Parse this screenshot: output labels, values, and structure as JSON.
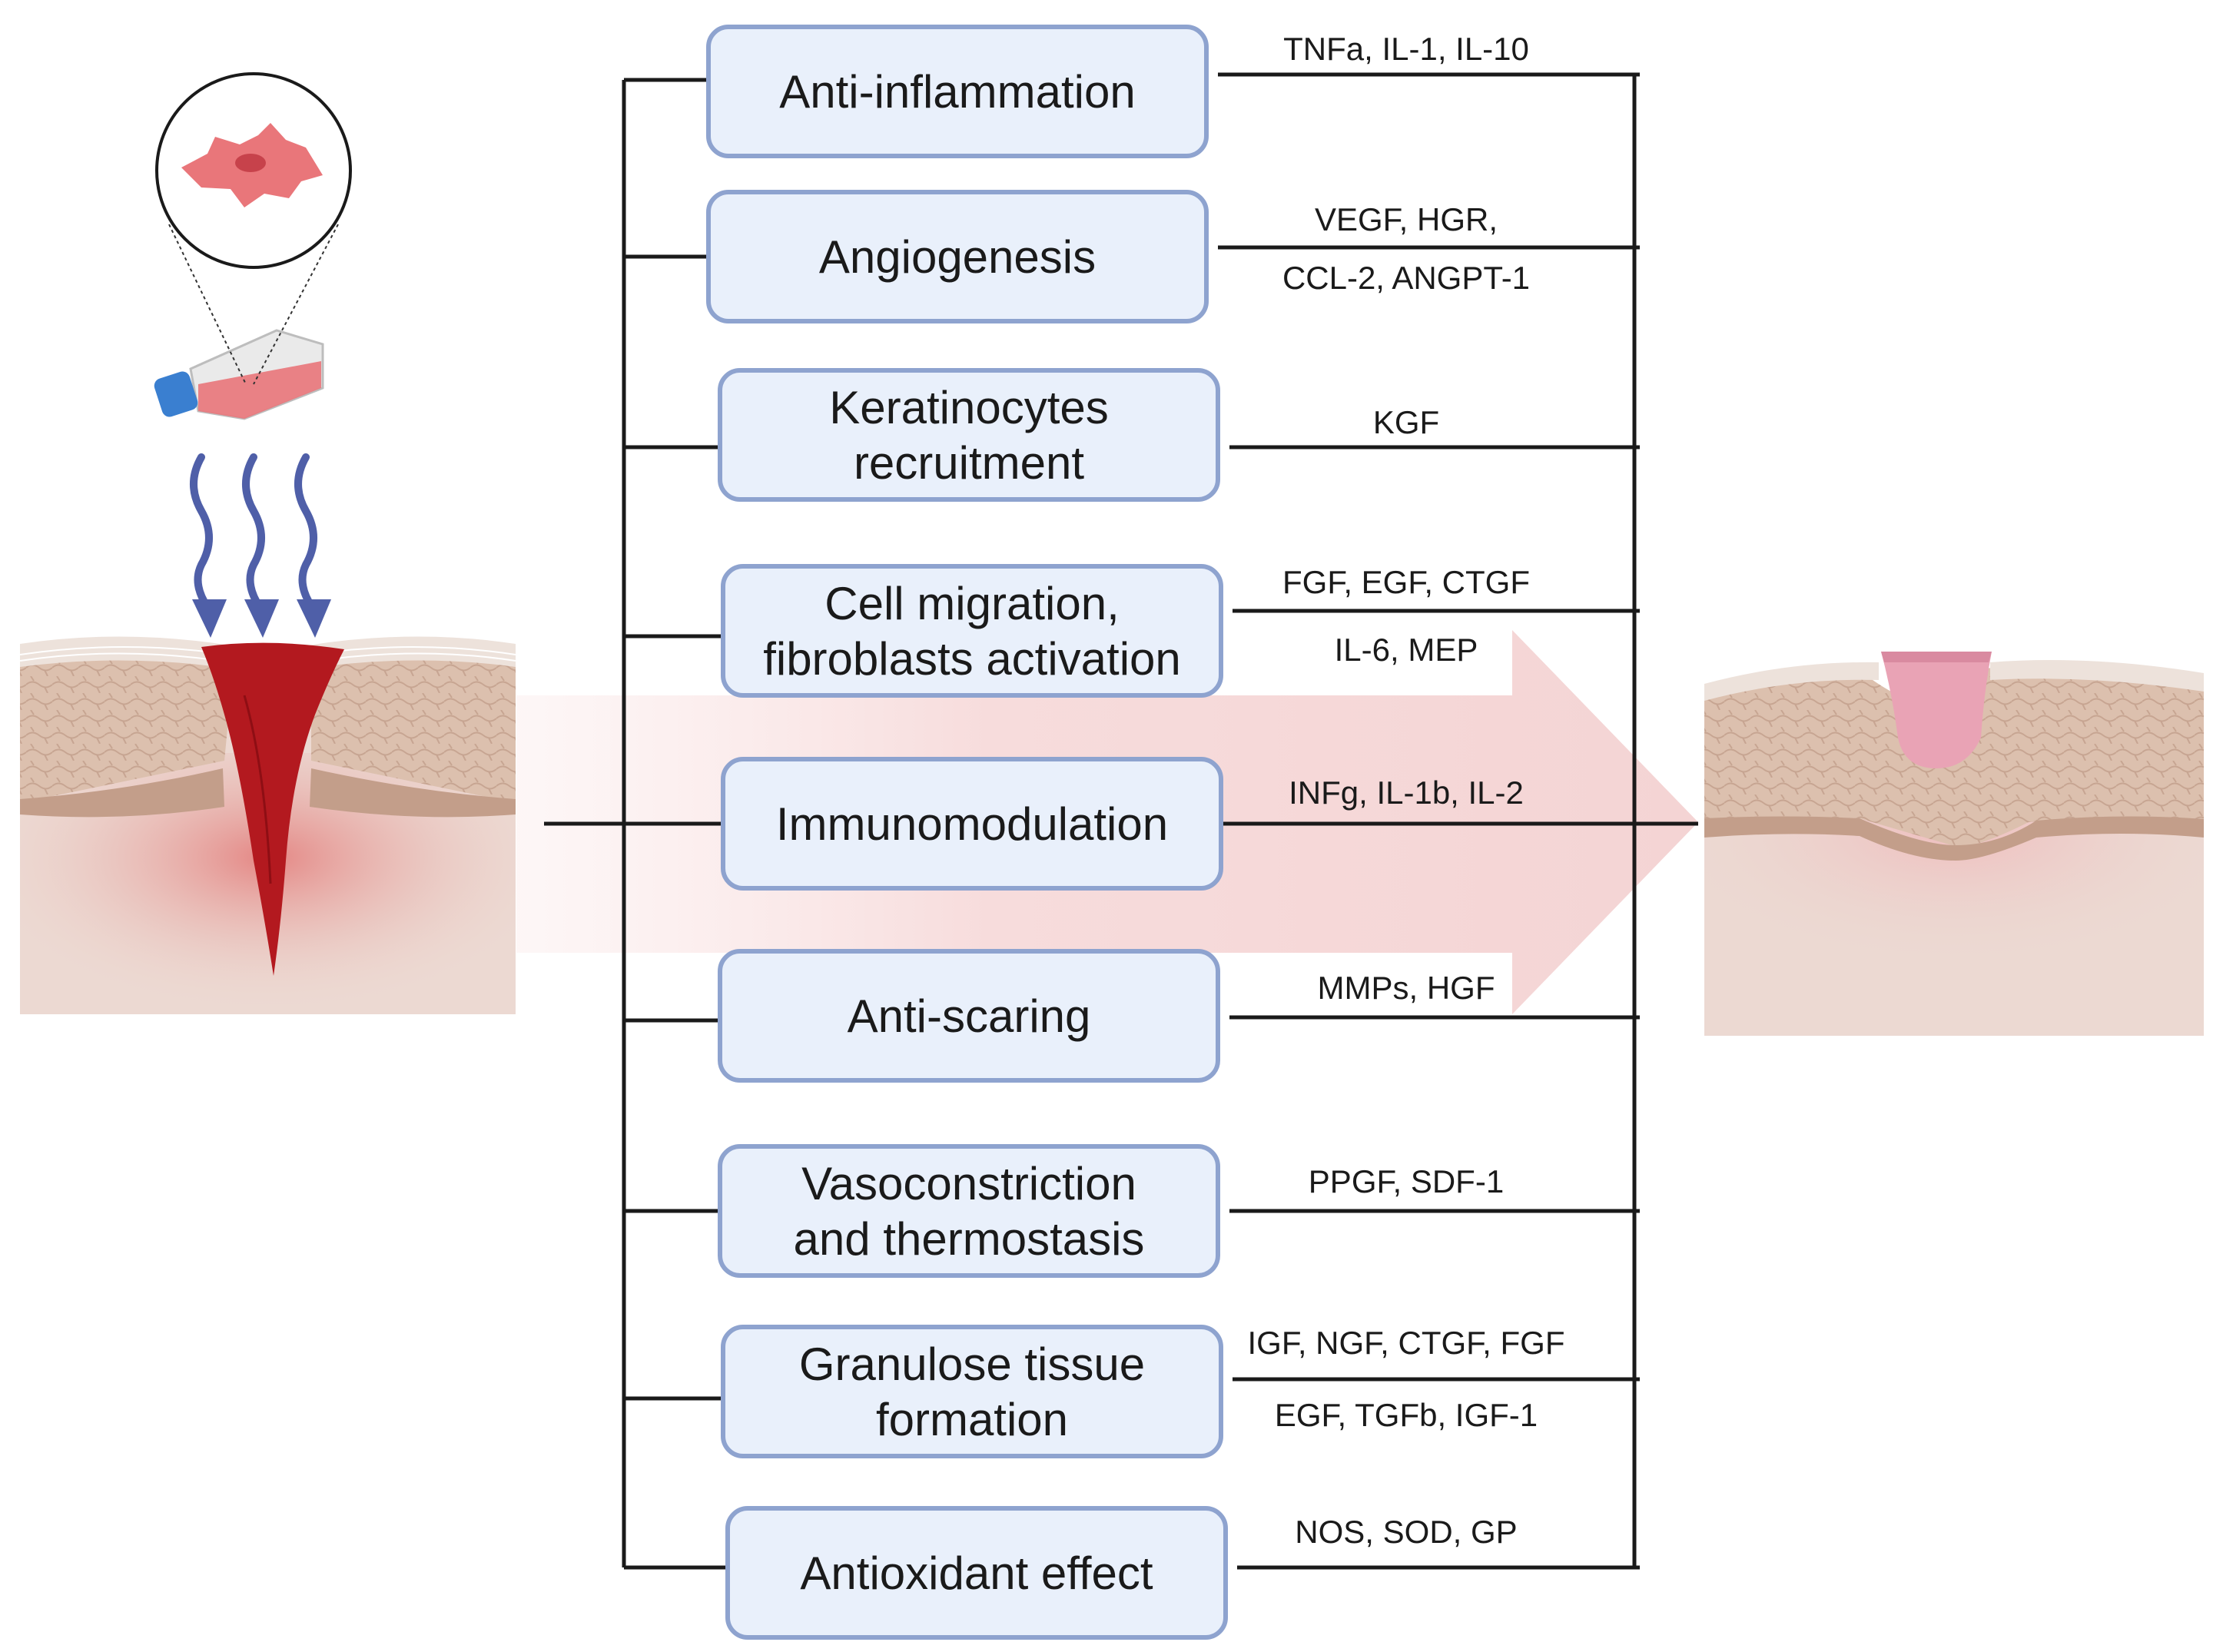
{
  "colors": {
    "box_fill": "#e9f0fb",
    "box_stroke": "#8ea3cf",
    "line": "#1a1a1a",
    "wound_red": "#b3191f",
    "healed_pink": "#e9a3b5",
    "skin_base": "#ecd9d2",
    "big_arrow": "#f6dcdc",
    "cell": "#e9767a",
    "flask_cap": "#3a7fd0",
    "wave_arrow": "#4f5fa8"
  },
  "icons": {
    "cell": "stem-cell-icon",
    "flask": "culture-flask-icon",
    "secretion": "wavy-arrow-icon",
    "wound": "wounded-skin-icon",
    "healed": "healed-skin-icon"
  },
  "mechanisms": [
    {
      "id": "anti-inflammation",
      "lines": [
        "Anti-inflammation"
      ],
      "factors": [
        "TNFa, IL-1, IL-10"
      ]
    },
    {
      "id": "angiogenesis",
      "lines": [
        "Angiogenesis"
      ],
      "factors": [
        "VEGF, HGR,",
        "CCL-2, ANGPT-1"
      ]
    },
    {
      "id": "keratinocytes",
      "lines": [
        "Keratinocytes",
        "recruitment"
      ],
      "factors": [
        "KGF"
      ]
    },
    {
      "id": "cell-migration",
      "lines": [
        "Cell migration,",
        "fibroblasts activation"
      ],
      "factors": [
        "FGF, EGF, CTGF",
        "IL-6, MEP"
      ]
    },
    {
      "id": "immunomodulation",
      "lines": [
        "Immunomodulation"
      ],
      "factors": [
        "INFg, IL-1b, IL-2"
      ]
    },
    {
      "id": "anti-scaring",
      "lines": [
        "Anti-scaring"
      ],
      "factors": [
        "MMPs, HGF"
      ]
    },
    {
      "id": "vasoconstriction",
      "lines": [
        "Vasoconstriction",
        "and thermostasis"
      ],
      "factors": [
        "PPGF, SDF-1"
      ]
    },
    {
      "id": "granulose",
      "lines": [
        "Granulose tissue",
        "formation"
      ],
      "factors": [
        "IGF, NGF, CTGF, FGF",
        "EGF, TGFb, IGF-1"
      ]
    },
    {
      "id": "antioxidant",
      "lines": [
        "Antioxidant effect"
      ],
      "factors": [
        "NOS, SOD, GP"
      ]
    }
  ]
}
